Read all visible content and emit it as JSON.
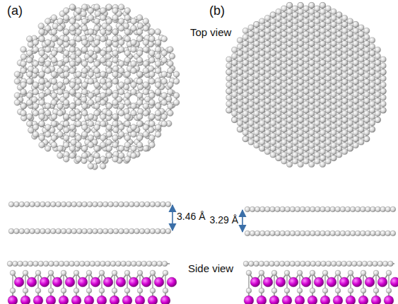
{
  "diagram": {
    "labels": [
      "(a)",
      "(b)",
      "Top view",
      "3.46 Å",
      "3.29 Å",
      "Side view"
    ]
  }
}
